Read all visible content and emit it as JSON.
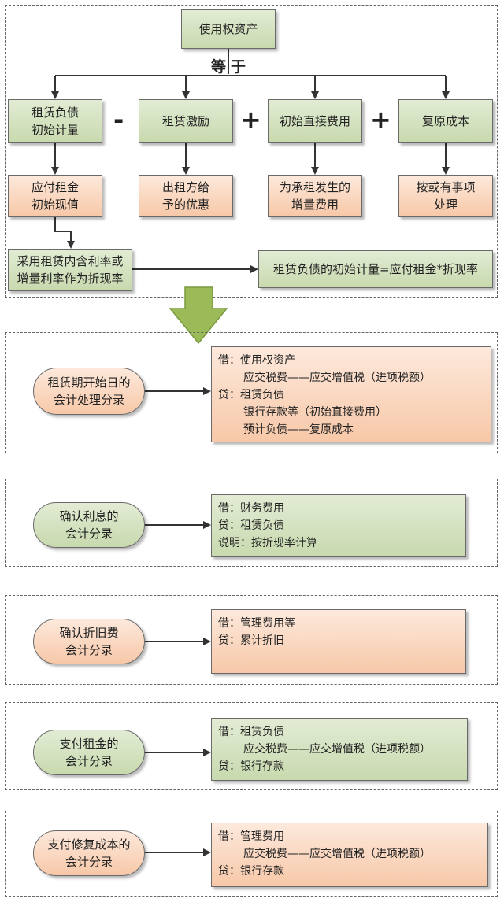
{
  "top": {
    "asset": "使用权资产",
    "equals": "等于",
    "components": [
      {
        "label": "租赁负债\n初始计量",
        "sub": "应付租金\n初始现值"
      },
      {
        "label": "租赁激励",
        "sub": "出租方给\n予的优惠"
      },
      {
        "label": "初始直接费用",
        "sub": "为承租发生的\n增量费用"
      },
      {
        "label": "复原成本",
        "sub": "按或有事项\n处理"
      }
    ],
    "operators": [
      "-",
      "+",
      "+"
    ],
    "rate_box": "采用租赁内含利率或\n增量利率作为折现率",
    "formula_box": "租赁负债的初始计量=应付租金*折现率"
  },
  "sections": [
    {
      "title": "租赁期开始日的\n会计处理分录",
      "lines": [
        {
          "text": "借：使用权资产",
          "indent": false
        },
        {
          "text": "应交税费——应交增值税（进项税额）",
          "indent": true
        },
        {
          "text": "贷：租赁负债",
          "indent": false
        },
        {
          "text": "银行存款等（初始直接费用）",
          "indent": true
        },
        {
          "text": "预计负债——复原成本",
          "indent": true
        }
      ]
    },
    {
      "title": "确认利息的\n会计分录",
      "lines": [
        {
          "text": "借：财务费用",
          "indent": false
        },
        {
          "text": "贷：租赁负债",
          "indent": false
        },
        {
          "text": "说明：按折现率计算",
          "indent": false
        }
      ]
    },
    {
      "title": "确认折旧费\n会计分录",
      "lines": [
        {
          "text": "借：管理费用等",
          "indent": false
        },
        {
          "text": "贷：累计折旧",
          "indent": false
        }
      ]
    },
    {
      "title": "支付租金的\n会计分录",
      "lines": [
        {
          "text": "借：租赁负债",
          "indent": false
        },
        {
          "text": "应交税费——应交增值税（进项税额）",
          "indent": true
        },
        {
          "text": "贷：银行存款",
          "indent": false
        }
      ]
    },
    {
      "title": "支付修复成本的\n会计分录",
      "lines": [
        {
          "text": "借：管理费用",
          "indent": false
        },
        {
          "text": "应交税费——应交增值税（进项税额）",
          "indent": true
        },
        {
          "text": "贷：银行存款",
          "indent": false
        }
      ]
    }
  ]
}
